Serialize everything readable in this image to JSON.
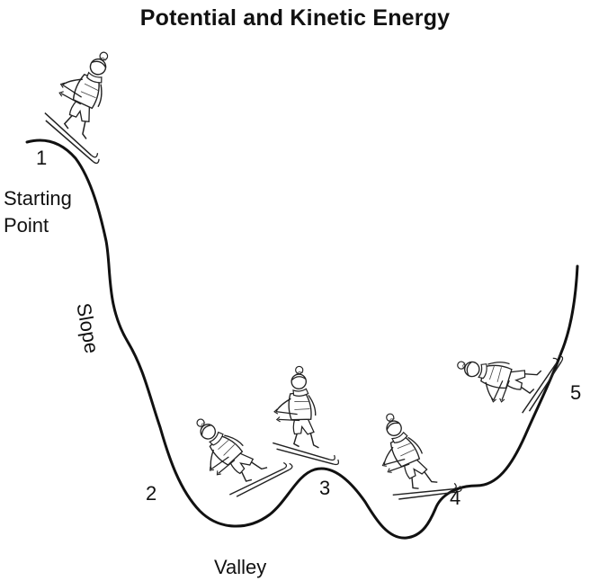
{
  "title": "Potential and Kinetic Energy",
  "labels": {
    "p1": "1",
    "starting_line1": "Starting",
    "starting_line2": "Point",
    "slope": "Slope",
    "p2": "2",
    "p3": "3",
    "p4": "4",
    "p5": "5",
    "valley": "Valley"
  },
  "colors": {
    "ink": "#111111",
    "background": "#ffffff"
  },
  "icons": [
    "skier-icon-1",
    "skier-icon-2",
    "skier-icon-3",
    "skier-icon-4",
    "skier-icon-5"
  ]
}
